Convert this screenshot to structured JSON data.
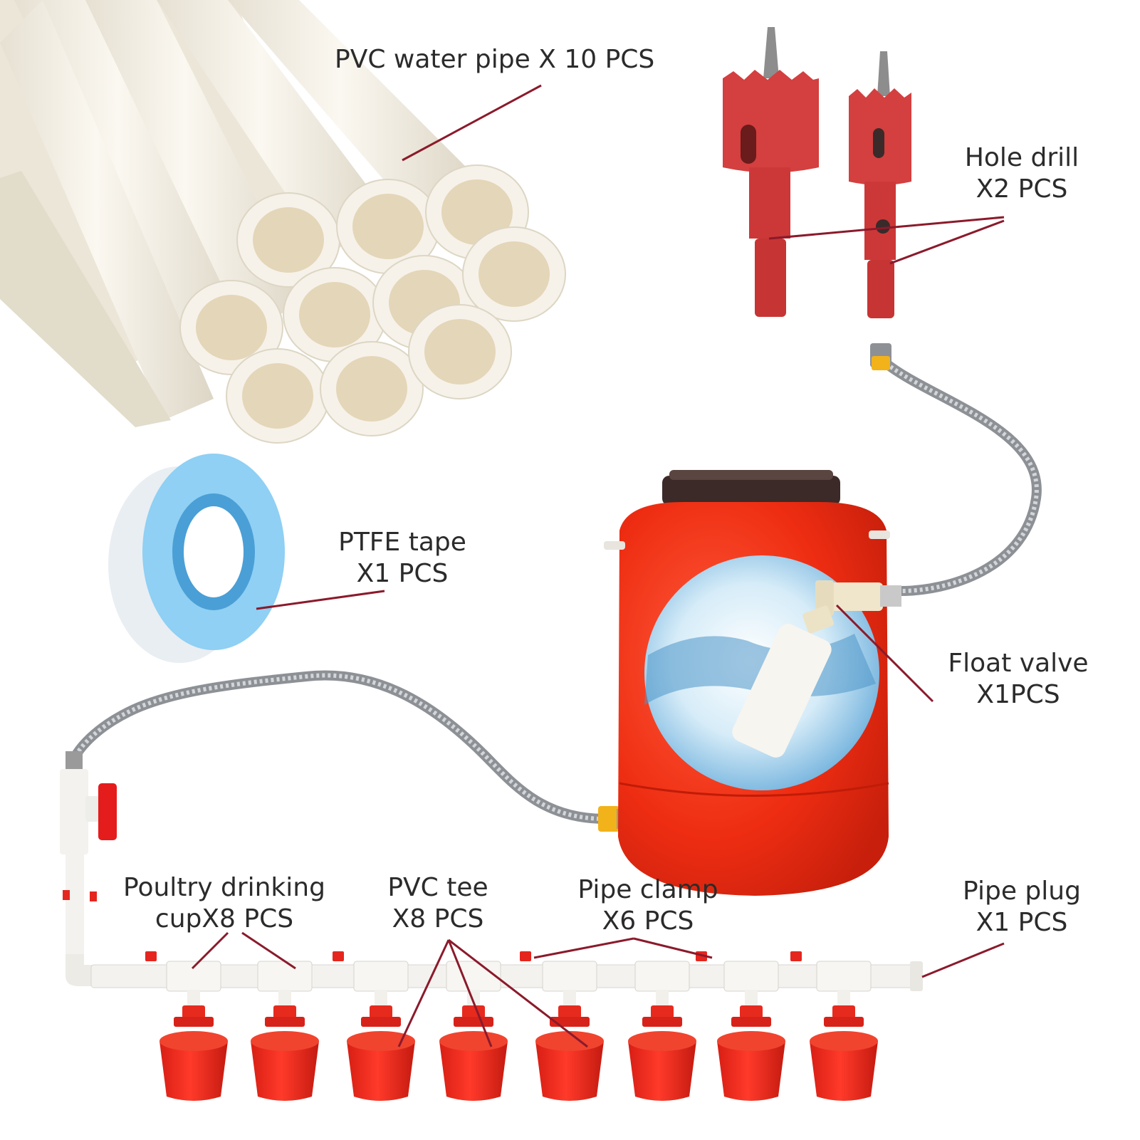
{
  "colors": {
    "leader_line": "#8b1a2b",
    "pipe_white": "#f3efe6",
    "pipe_inner": "#e7dcc4",
    "tool_red": "#d33b3b",
    "bucket_red": "#ef2e14",
    "cup_red": "#ee2a1e",
    "tape_blue": "#7fc6ee",
    "hose_steel": "#a9adb2",
    "nut_yellow": "#f2b21a"
  },
  "labels": {
    "pvc_pipe": "PVC water pipe X 10 PCS",
    "hole_drill": [
      "Hole drill",
      "X2 PCS"
    ],
    "ptfe_tape": [
      "PTFE tape",
      "X1 PCS"
    ],
    "float_valve": [
      "Float valve",
      "X1PCS"
    ],
    "drinking_cup": [
      "Poultry drinking",
      "cupX8 PCS"
    ],
    "pvc_tee": [
      "PVC tee",
      "X8 PCS"
    ],
    "pipe_clamp": [
      "Pipe clamp",
      "X6 PCS"
    ],
    "pipe_plug": [
      "Pipe plug",
      "X1 PCS"
    ]
  },
  "products": [
    {
      "id": "pvc-pipe",
      "icon": "pvc-pipe-bundle",
      "quantity": 10
    },
    {
      "id": "hole-drill",
      "icon": "hole-saw-drill-bit",
      "quantity": 2
    },
    {
      "id": "ptfe-tape",
      "icon": "ptfe-tape-roll",
      "quantity": 1
    },
    {
      "id": "float-valve",
      "icon": "float-valve",
      "quantity": 1
    },
    {
      "id": "drinking-cup",
      "icon": "poultry-drinking-cup",
      "quantity": 8
    },
    {
      "id": "pvc-tee",
      "icon": "pvc-tee-fitting",
      "quantity": 8
    },
    {
      "id": "pipe-clamp",
      "icon": "pipe-clamp",
      "quantity": 6
    },
    {
      "id": "pipe-plug",
      "icon": "pipe-plug",
      "quantity": 1
    }
  ]
}
